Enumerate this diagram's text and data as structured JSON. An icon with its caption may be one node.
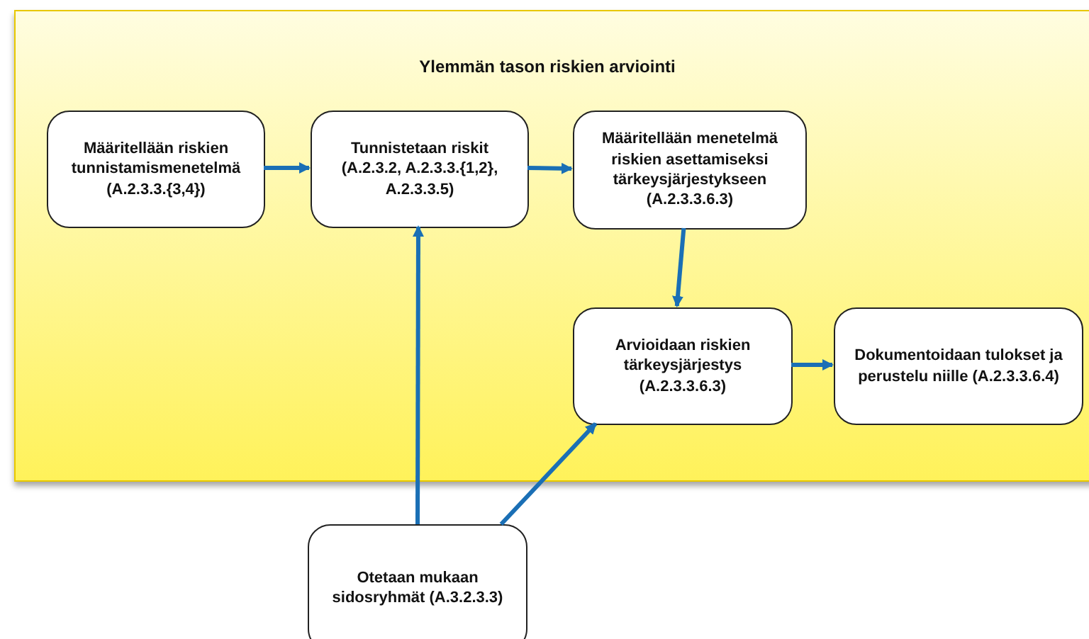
{
  "diagram": {
    "nodes": [
      {
        "text": [
          "Ylemmän tason riskien arviointi"
        ]
      },
      {
        "text": [
          "Määritellään riskien tunnistamismenetelmä (A.2.3.3.{3,4})"
        ],
        "in": 0
      },
      {
        "text": [
          "Tunnistetaan riskit (A.2.3.2, A.2.3.3.{1,2}, A.2.3.3.5)"
        ],
        "in": 0
      },
      {
        "text": [
          "Määritellään menetelmä riskien asettamiseksi tärkeysjärjestykseen (A.2.3.3.6.3)"
        ],
        "in": 0
      },
      {
        "text": [
          "Arvioidaan riskien tärkeysjärjestys (A.2.3.3.6.3)"
        ],
        "in": 0
      },
      {
        "text": [
          "Dokumentoidaan tulokset ja perustelu niille (A.2.3.3.6.4)"
        ],
        "in": 0
      },
      {
        "text": [
          "Otetaan mukaan sidosryhmät (A.3.2.3.3)"
        ]
      }
    ],
    "edges": [
      {
        "from": 1,
        "to": 2,
        "arrow": "to"
      },
      {
        "from": 2,
        "to": 3,
        "arrow": "to"
      },
      {
        "from": 3,
        "to": 4,
        "arrow": "to"
      },
      {
        "from": 4,
        "to": 5,
        "arrow": "to"
      },
      {
        "from": 6,
        "to": 2,
        "arrow": "to"
      },
      {
        "from": 6,
        "to": 4,
        "arrow": "to"
      }
    ]
  }
}
